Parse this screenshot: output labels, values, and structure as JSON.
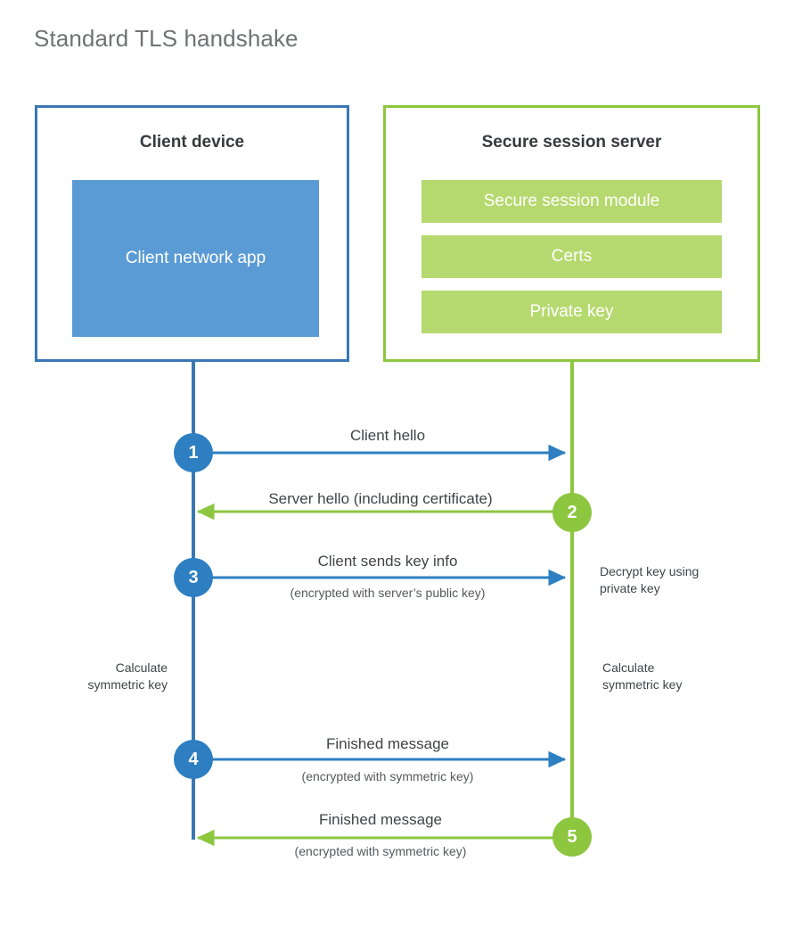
{
  "title": "Standard TLS handshake",
  "colors": {
    "client_border": "#3a77b5",
    "client_fill": "#5b9bd5",
    "client_accent": "#2d7fc1",
    "server_border": "#8dc63f",
    "server_fill": "#b6d96f",
    "server_accent": "#8dc63f",
    "title_text": "#6f7276",
    "body_text": "#404448"
  },
  "parties": {
    "client": {
      "title": "Client device",
      "blocks": [
        {
          "label": "Client network app"
        }
      ]
    },
    "server": {
      "title": "Secure session server",
      "blocks": [
        {
          "label": "Secure session module"
        },
        {
          "label": "Certs"
        },
        {
          "label": "Private key"
        }
      ]
    }
  },
  "steps": [
    {
      "number": "1",
      "side": "client",
      "direction": "to-server",
      "label": "Client hello",
      "sublabel": ""
    },
    {
      "number": "2",
      "side": "server",
      "direction": "to-client",
      "label": "Server hello (including certificate)",
      "sublabel": ""
    },
    {
      "number": "3",
      "side": "client",
      "direction": "to-server",
      "label": "Client sends key info",
      "sublabel": "(encrypted with server’s public key)"
    },
    {
      "number": "4",
      "side": "client",
      "direction": "to-server",
      "label": "Finished message",
      "sublabel": "(encrypted with symmetric key)"
    },
    {
      "number": "5",
      "side": "server",
      "direction": "to-client",
      "label": "Finished message",
      "sublabel": "(encrypted with symmetric key)"
    }
  ],
  "notes": {
    "decrypt_key": "Decrypt key using\nprivate key",
    "decrypt_key_line1": "Decrypt key using",
    "decrypt_key_line2": "private key",
    "client_calculate_line1": "Calculate",
    "client_calculate_line2": "symmetric key",
    "server_calculate_line1": "Calculate",
    "server_calculate_line2": "symmetric key"
  }
}
